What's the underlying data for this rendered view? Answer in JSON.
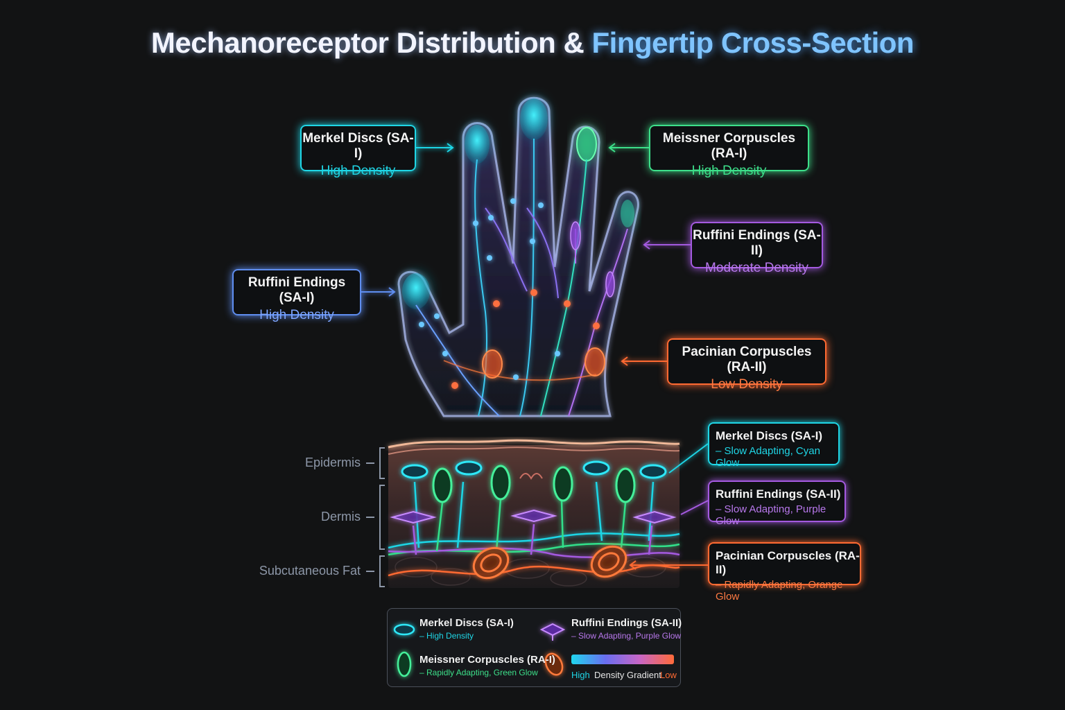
{
  "title": {
    "part1": "Mechanoreceptor Distribution &",
    "part2": "Fingertip Cross-Section"
  },
  "hand_callouts": [
    {
      "title": "Merkel Discs (SA-I)",
      "density": "High Density",
      "color": "#1fd6e6"
    },
    {
      "title": "Meissner Corpuscles (RA-I)",
      "density": "High Density",
      "color": "#3de08a"
    },
    {
      "title": "Ruffini Endings (SA-II)",
      "density": "Moderate Density",
      "color": "#a45ae0"
    },
    {
      "title": "Ruffini Endings (SA-I)",
      "density": "High Density",
      "color": "#5f8ef0"
    },
    {
      "title": "Pacinian Corpuscles (RA-II)",
      "density": "Low Density",
      "color": "#ff6a32"
    }
  ],
  "cross_section": {
    "layers": [
      "Epidermis",
      "Dermis",
      "Subcutaneous Fat"
    ],
    "callouts": [
      {
        "title": "Merkel Discs (SA-I)",
        "detail": "– Slow Adapting, Cyan Glow",
        "color": "#1fd6e6"
      },
      {
        "title": "Ruffini Endings (SA-II)",
        "detail": "– Slow Adapting, Purple Glow",
        "color": "#a45ae0"
      },
      {
        "title": "Pacinian Corpuscles (RA-II)",
        "detail": "– Rapidly Adapting, Orange Glow",
        "color": "#ff6a32"
      }
    ]
  },
  "legend": {
    "items": [
      {
        "title": "Merkel Discs (SA-I)",
        "detail": "– High Density",
        "icon": "merkel-disc-icon"
      },
      {
        "title": "Ruffini Endings (SA-II)",
        "detail": "– Slow Adapting, Purple Glow",
        "icon": "ruffini-ending-icon"
      },
      {
        "title": "Meissner Corpuscles (RA-I)",
        "detail": "– Rapidly Adapting, Green Glow",
        "icon": "meissner-corpuscle-icon"
      }
    ],
    "gradient": {
      "high": "High",
      "label": "Density Gradient",
      "low": "Low",
      "icon": "pacinian-corpuscle-icon"
    }
  }
}
